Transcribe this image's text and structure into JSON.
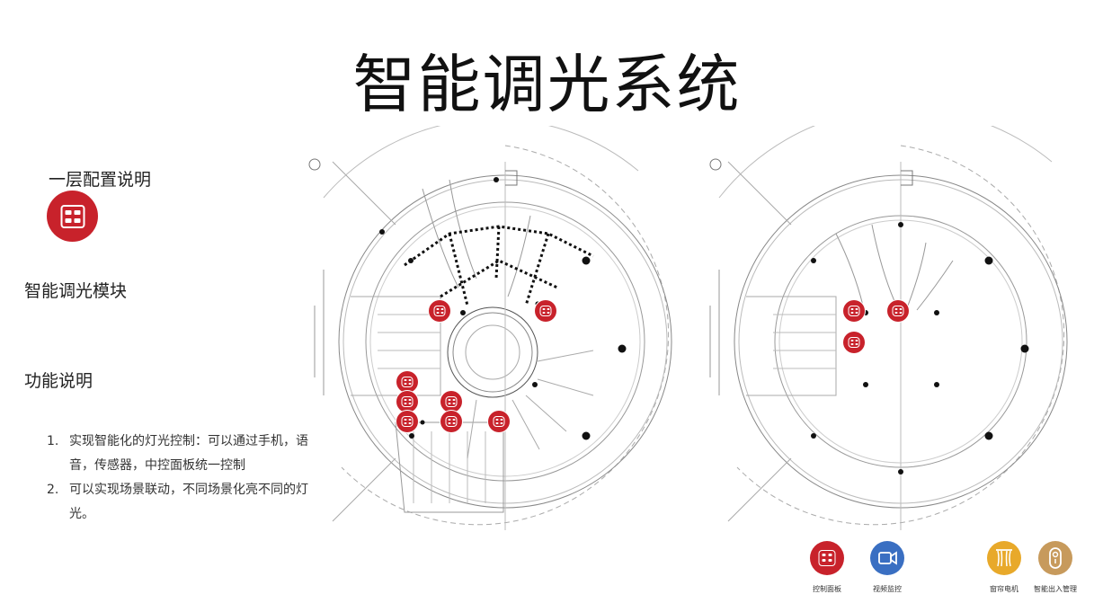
{
  "page": {
    "title": "智能调光系统",
    "config_heading": "一层配置说明",
    "module_label": "智能调光模块",
    "function_heading": "功能说明",
    "function_items": [
      {
        "num": "1.",
        "text": "实现智能化的灯光控制：可以通过手机，语音，传感器，中控面板统一控制"
      },
      {
        "num": "2.",
        "text": "可以实现场景联动，不同场景化亮不同的灯光。"
      }
    ]
  },
  "floorplan": {
    "left_markers": 8,
    "right_markers": 3,
    "marker_icon": "control-panel-icon",
    "marker_color": "#c8222b"
  },
  "legend": [
    {
      "label": "控制面板",
      "icon": "control-panel-icon",
      "color": "#c8222b"
    },
    {
      "label": "视频监控",
      "icon": "video-camera-icon",
      "color": "#3a6fc2"
    },
    {
      "label": "窗帘电机",
      "icon": "curtain-icon",
      "color": "#e8a92a"
    },
    {
      "label": "智能出入管理",
      "icon": "smart-lock-icon",
      "color": "#c79a5c"
    }
  ]
}
